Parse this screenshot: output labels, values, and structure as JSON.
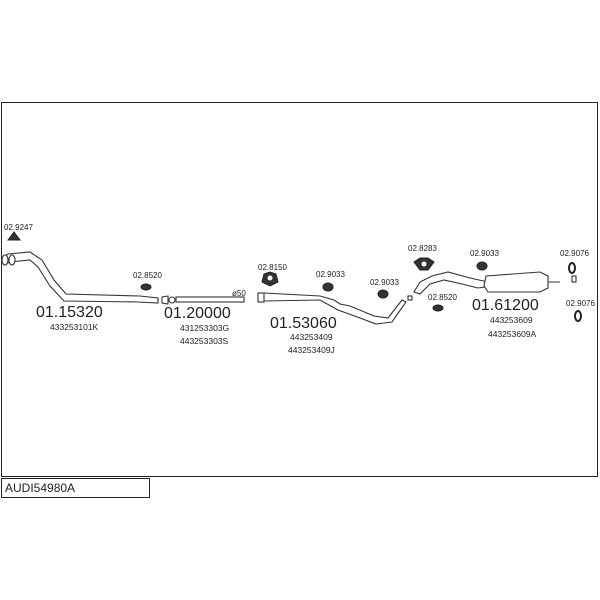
{
  "title": "AUDI54980A",
  "parts": [
    {
      "number": "01.15320",
      "refs": [
        "433253101K"
      ]
    },
    {
      "number": "01.20000",
      "refs": [
        "431253303G",
        "443253303S"
      ]
    },
    {
      "number": "01.53060",
      "refs": [
        "443253409",
        "443253409J"
      ]
    },
    {
      "number": "01.61200",
      "refs": [
        "443253609",
        "443253609A"
      ]
    }
  ],
  "accessories": [
    "02.9247",
    "02.8520",
    "02.8150",
    "02.9033",
    "02.9033",
    "02.8283",
    "02.9033",
    "02.8520",
    "02.9076",
    "02.9076"
  ],
  "dim_label": "ø50"
}
